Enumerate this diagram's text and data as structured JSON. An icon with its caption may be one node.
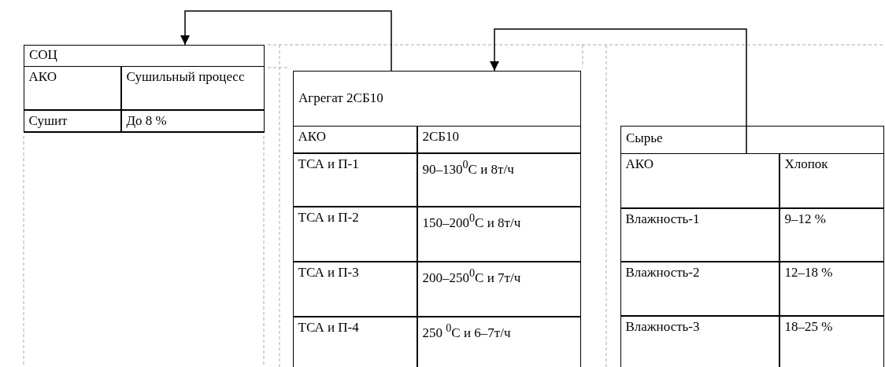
{
  "diagram": {
    "nodes": [
      {
        "text": [
          "СОЦ"
        ]
      },
      {
        "text": [
          "АКО"
        ],
        "in": 0
      },
      {
        "text": [
          "Сушильный процесс"
        ],
        "in": 0
      },
      {
        "text": [
          "Сушит"
        ],
        "in": 0
      },
      {
        "text": [
          "До 8 %"
        ],
        "in": 0
      },
      {
        "text": [
          "Агрегат 2СБ10"
        ]
      },
      {
        "text": [
          "АКО"
        ],
        "in": 5
      },
      {
        "text": [
          "2СБ10"
        ],
        "in": 5
      },
      {
        "text": [
          "ТСА и П-1"
        ],
        "in": 5
      },
      {
        "text": [
          "90–130$^{0}$С и 8т/ч"
        ],
        "in": 5
      },
      {
        "text": [
          "ТСА и П-2"
        ],
        "in": 5
      },
      {
        "text": [
          "150–200$^{0}$С и 8т/ч"
        ],
        "in": 5
      },
      {
        "text": [
          "ТСА и П-3"
        ],
        "in": 5
      },
      {
        "text": [
          "200–250$^{0}$С и 7т/ч"
        ],
        "in": 5
      },
      {
        "text": [
          "ТСА и П-4"
        ],
        "in": 5
      },
      {
        "text": [
          "250 $^{0}$С и 6–7т/ч"
        ],
        "in": 5
      },
      {
        "text": [
          "Сырье"
        ]
      },
      {
        "text": [
          "АКО"
        ],
        "in": 16
      },
      {
        "text": [
          "Хлопок"
        ],
        "in": 16
      },
      {
        "text": [
          "Влажность-1"
        ],
        "in": 16
      },
      {
        "text": [
          "9–12 %"
        ],
        "in": 16
      },
      {
        "text": [
          "Влажность-2"
        ],
        "in": 16
      },
      {
        "text": [
          "12–18 %"
        ],
        "in": 16
      },
      {
        "text": [
          "Влажность-3"
        ],
        "in": 16
      },
      {
        "text": [
          "18–25 %"
        ],
        "in": 16
      }
    ],
    "edges": [
      {
        "from": 5,
        "to": 0,
        "arrow": "to"
      },
      {
        "from": 17,
        "to": 5,
        "arrow": "to"
      }
    ]
  }
}
